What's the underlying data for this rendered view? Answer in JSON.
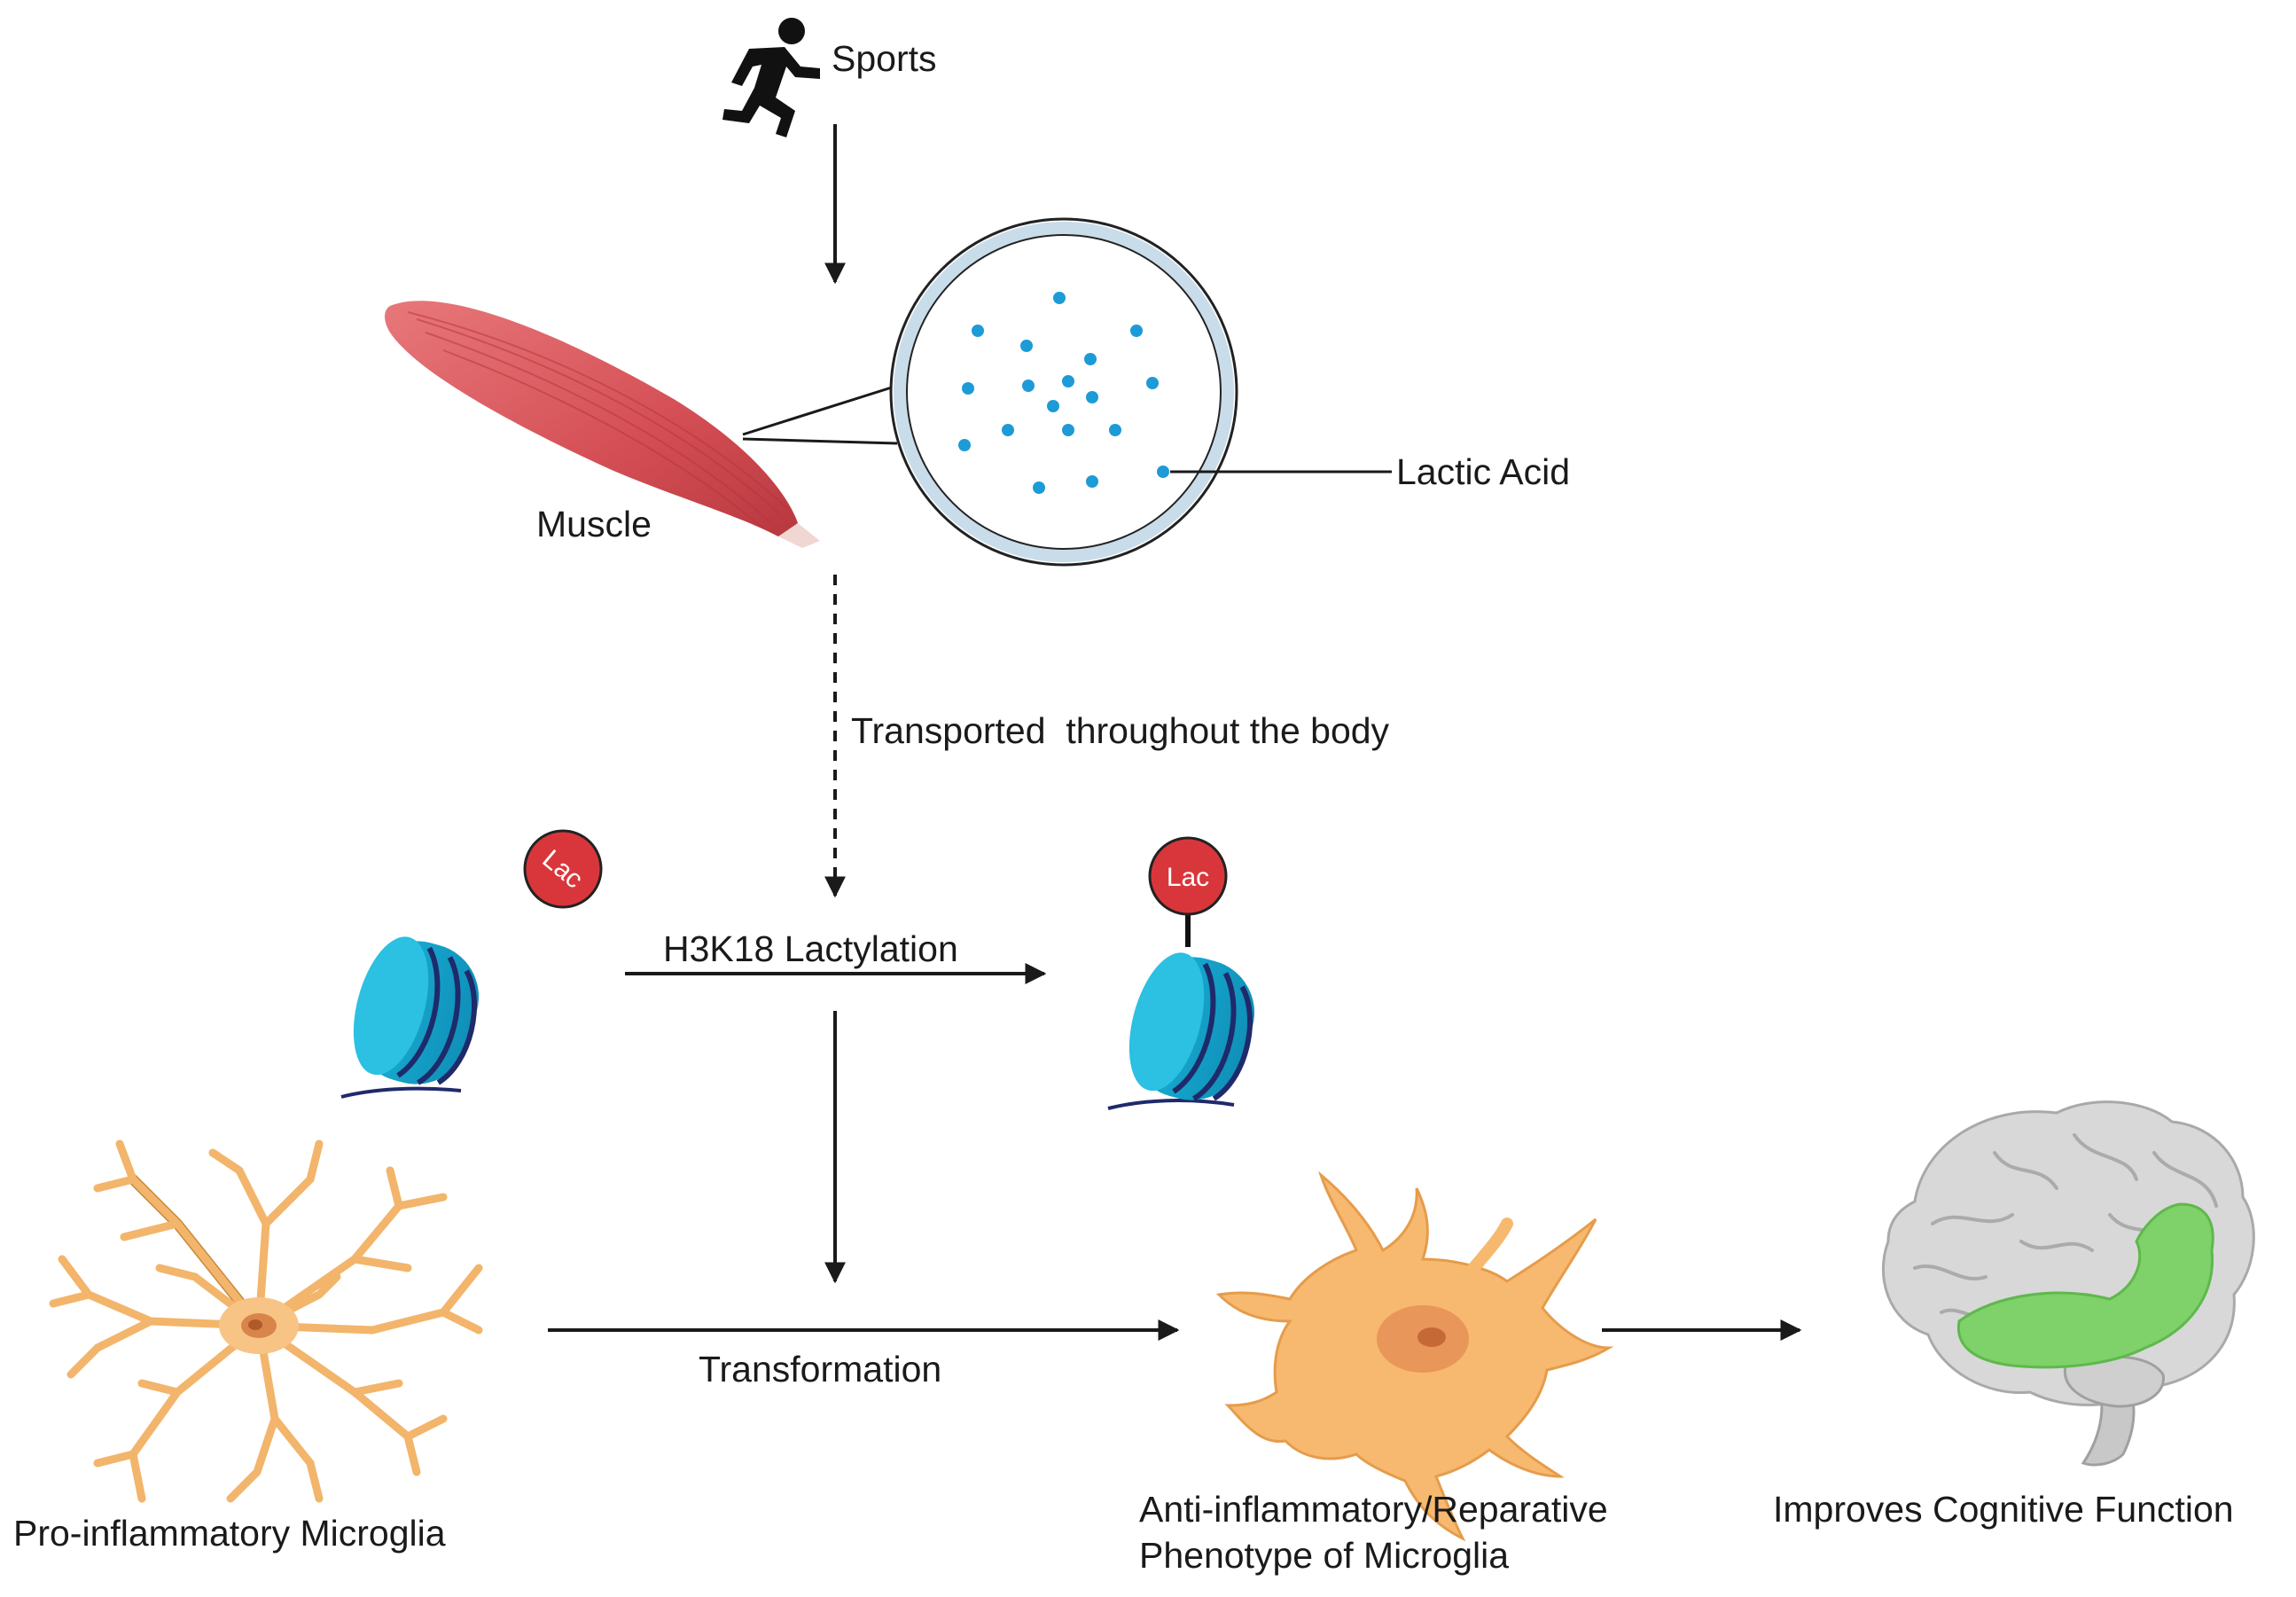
{
  "labels": {
    "sports": "Sports",
    "muscle": "Muscle",
    "lactic_acid": "Lactic Acid",
    "transported": "Transported  throughout the body",
    "h3k18": "H3K18 Lactylation",
    "lac_free": "Lac",
    "lac_bound": "Lac",
    "transformation": "Transformation",
    "pro_microglia": "Pro-inflammatory Microglia",
    "anti_microglia_line1": "Anti-inflammatory/Reparative",
    "anti_microglia_line2": "Phenotype of Microglia",
    "cognitive": "Improves Cognitive Function"
  },
  "icons": {
    "runner": "running-person-icon",
    "muscle": "muscle-illustration",
    "magnifier": "magnified-lactic-acid-view",
    "nucleosome": "nucleosome-icon",
    "lac_badge": "lactyl-group-badge",
    "microglia_ramified": "ramified-microglia-cell",
    "microglia_amoeboid": "amoeboid-microglia-cell",
    "brain": "brain-icon"
  },
  "colors": {
    "arrow": "#1a1a1a",
    "muscle": "#d9565a",
    "lactate_dot": "#1d9bd6",
    "lens_ring": "#c9dcea",
    "nucleosome": "#1aa9cf",
    "dna": "#1f2a6b",
    "lac_badge": "#d9363b",
    "microglia": "#f2b56b",
    "brain": "#d6d6d6",
    "hippocampus": "#7fd16a"
  }
}
